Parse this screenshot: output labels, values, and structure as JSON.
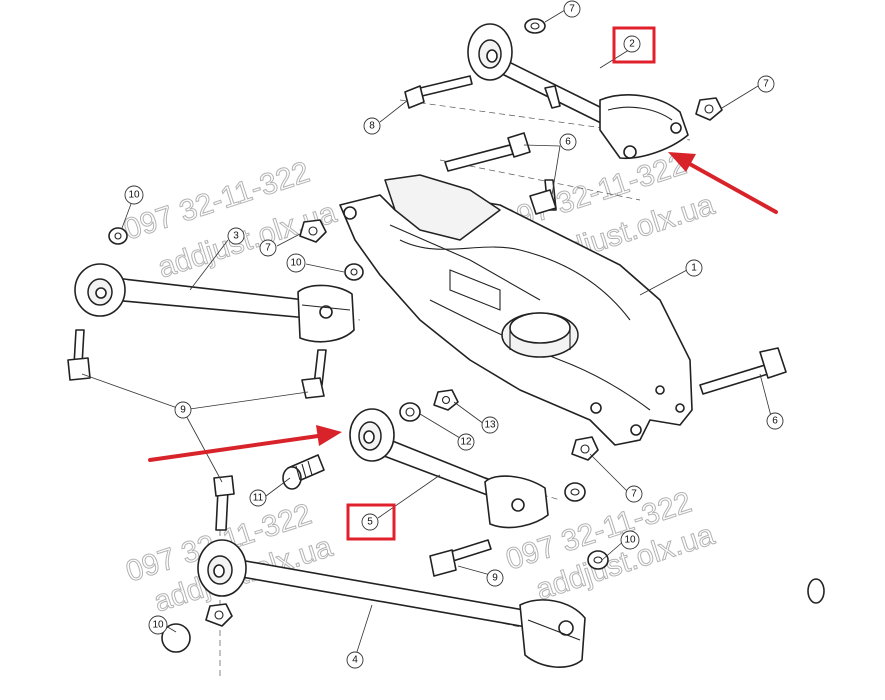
{
  "callouts": {
    "c1": "1",
    "c2": "2",
    "c3": "3",
    "c4": "4",
    "c5": "5",
    "c6a": "6",
    "c6b": "6",
    "c7a": "7",
    "c7b": "7",
    "c7c": "7",
    "c7d": "7",
    "c8": "8",
    "c9a": "9",
    "c9b": "9",
    "c10a": "10",
    "c10b": "10",
    "c10c": "10",
    "c10d": "10",
    "c11": "11",
    "c12": "12",
    "c13": "13"
  },
  "highlighted_parts": [
    "2",
    "5"
  ],
  "watermark": {
    "phone": "097 32-11-322",
    "site": "addjust.olx.ua"
  },
  "colors": {
    "highlight": "#e0212b",
    "arrow": "#d8232a",
    "line": "#222222",
    "watermark": "#9a9a9a"
  }
}
